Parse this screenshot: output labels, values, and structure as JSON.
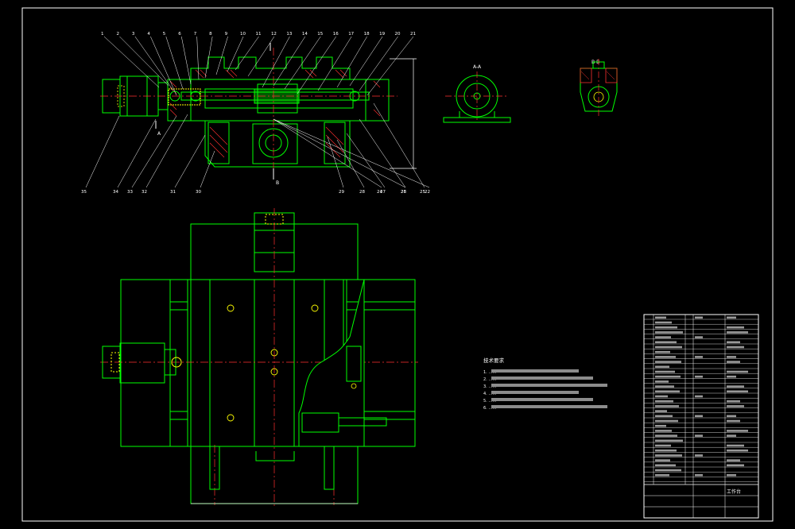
{
  "drawing": {
    "background": "#000000",
    "colors": {
      "outline": "#ffffff",
      "part": "#00ff00",
      "centerline": "#ff0000",
      "hatch": "#ff3030",
      "accent": "#ffff00",
      "dimension": "#ffffff"
    }
  },
  "tech_notes": {
    "title": "技术要求",
    "items": [
      "1. ……",
      "2. ……",
      "3. ……",
      "4. ……",
      "5. ……",
      "6. ……"
    ]
  },
  "title_block": {
    "title": "工作台"
  },
  "balloons_top": [
    "1",
    "2",
    "3",
    "4",
    "5",
    "6",
    "7",
    "8",
    "9",
    "10",
    "11",
    "12",
    "13",
    "14",
    "15",
    "16",
    "17",
    "18",
    "19",
    "20",
    "21"
  ],
  "balloons_bottom": [
    "35",
    "34",
    "33",
    "32",
    "31",
    "30",
    "29",
    "28",
    "27",
    "26",
    "25",
    "24",
    "23",
    "22"
  ],
  "section_labels": {
    "cut_a": "A",
    "cut_b": "B",
    "view_a": "A-A",
    "view_b": "B-B"
  }
}
